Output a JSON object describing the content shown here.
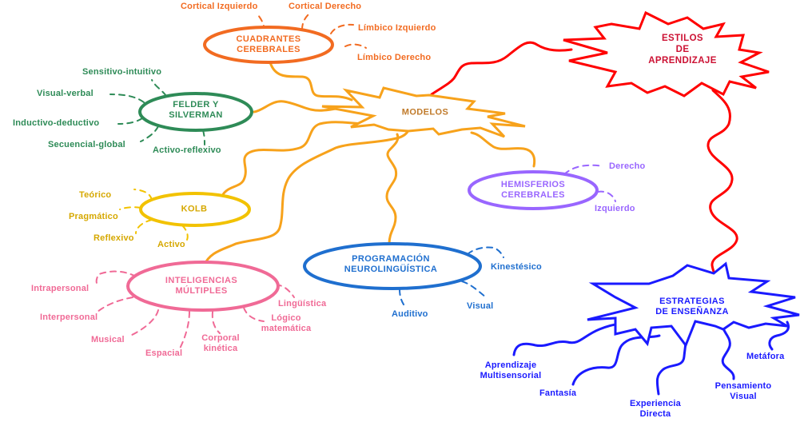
{
  "colors": {
    "cuadrantes": "#f26b21",
    "felder": "#2e8b57",
    "kolb": "#f2c200",
    "hemisferios": "#9966ff",
    "inteligencias": "#f06a96",
    "pnl": "#1f6fcf",
    "modelos": "#f7a21b",
    "estilos": "#ff0000",
    "estrategias": "#1a1aff",
    "modelos_text": "#c07a2a",
    "estilos_text": "#cc1133",
    "kolb_text": "#d6a800"
  },
  "root": {
    "title_lines": [
      "ESTILOS",
      "DE",
      "APRENDIZAJE"
    ]
  },
  "modelos": {
    "title": "MODELOS"
  },
  "estrategias": {
    "title_lines": [
      "ESTRATEGIAS",
      "DE ENSEÑANZA"
    ],
    "items": [
      "Aprendizaje Multisensorial",
      "Fantasía",
      "Experiencia Directa",
      "Pensamiento Visual",
      "Metáfora"
    ],
    "item_lines": [
      [
        "Aprendizaje",
        "Multisensorial"
      ],
      [
        "Fantasía"
      ],
      [
        "Experiencia",
        "Directa"
      ],
      [
        "Pensamiento",
        "Visual"
      ],
      [
        "Metáfora"
      ]
    ]
  },
  "cuadrantes": {
    "title_lines": [
      "CUADRANTES",
      "CEREBRALES"
    ],
    "items": [
      "Cortical Izquierdo",
      "Cortical Derecho",
      "Límbico Izquierdo",
      "Límbico Derecho"
    ]
  },
  "felder": {
    "title_lines": [
      "FELDER Y",
      "SILVERMAN"
    ],
    "items": [
      "Sensitivo-intuitivo",
      "Visual-verbal",
      "Inductivo-deductivo",
      "Secuencial-global",
      "Activo-reflexivo"
    ]
  },
  "kolb": {
    "title": "KOLB",
    "items": [
      "Teórico",
      "Pragmático",
      "Reflexivo",
      "Activo"
    ]
  },
  "hemisferios": {
    "title_lines": [
      "HEMISFERIOS",
      "CEREBRALES"
    ],
    "items": [
      "Derecho",
      "Izquierdo"
    ]
  },
  "inteligencias": {
    "title_lines": [
      "INTELIGENCIAS",
      "MÚLTIPLES"
    ],
    "items": [
      "Intrapersonal",
      "Interpersonal",
      "Musical",
      "Espacial",
      "Corporal kinética",
      "Lógico matemática",
      "Lingüística"
    ],
    "item_lines": [
      [
        "Intrapersonal"
      ],
      [
        "Interpersonal"
      ],
      [
        "Musical"
      ],
      [
        "Espacial"
      ],
      [
        "Corporal",
        "kinética"
      ],
      [
        "Lógico",
        "matemática"
      ],
      [
        "Lingüística"
      ]
    ]
  },
  "pnl": {
    "title_lines": [
      "PROGRAMACIÓN",
      "NEUROLINGÜÍSTICA"
    ],
    "items": [
      "Kinestésico",
      "Visual",
      "Auditivo"
    ]
  }
}
